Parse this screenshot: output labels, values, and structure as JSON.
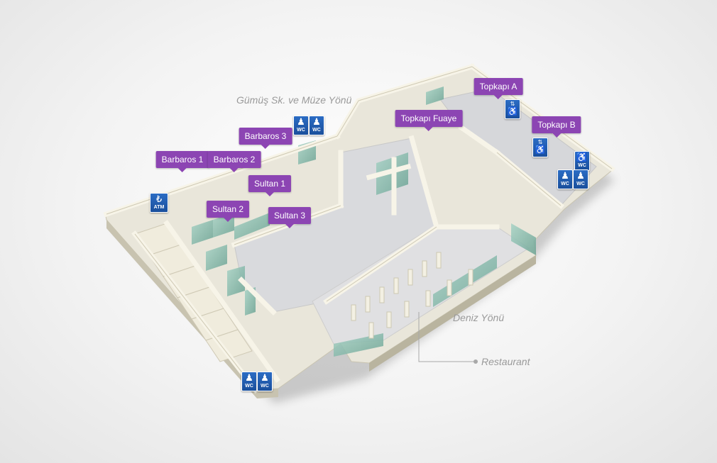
{
  "directions": {
    "north": "Gümüş Sk. ve Müze Yönü",
    "sea": "Deniz Yönü",
    "restaurant": "Restaurant"
  },
  "halls": [
    {
      "id": "barbaros-1",
      "label": "Barbaros 1"
    },
    {
      "id": "barbaros-2",
      "label": "Barbaros 2"
    },
    {
      "id": "barbaros-3",
      "label": "Barbaros 3"
    },
    {
      "id": "sultan-1",
      "label": "Sultan 1"
    },
    {
      "id": "sultan-2",
      "label": "Sultan 2"
    },
    {
      "id": "sultan-3",
      "label": "Sultan 3"
    },
    {
      "id": "topkapi-fuaye",
      "label": "Topkapı Fuaye"
    },
    {
      "id": "topkapi-a",
      "label": "Topkapı A"
    },
    {
      "id": "topkapi-b",
      "label": "Topkapı B"
    }
  ],
  "amenities": {
    "atm": {
      "symbol": "₺",
      "label": "ATM",
      "icon": "atm-icon"
    },
    "wc": {
      "label": "WC",
      "men_icon": "wc-men-icon",
      "women_icon": "wc-women-icon"
    },
    "accessible": {
      "label": "WC",
      "icon": "accessible-wc-icon"
    },
    "elevator": {
      "icon": "elevator-accessible-icon"
    }
  },
  "colors": {
    "poi": "#8c45b3",
    "amenity": "#1f5aa8",
    "wall": "#ece8d8",
    "floor": "#dcdde0",
    "glass": "#7fb5a6"
  }
}
